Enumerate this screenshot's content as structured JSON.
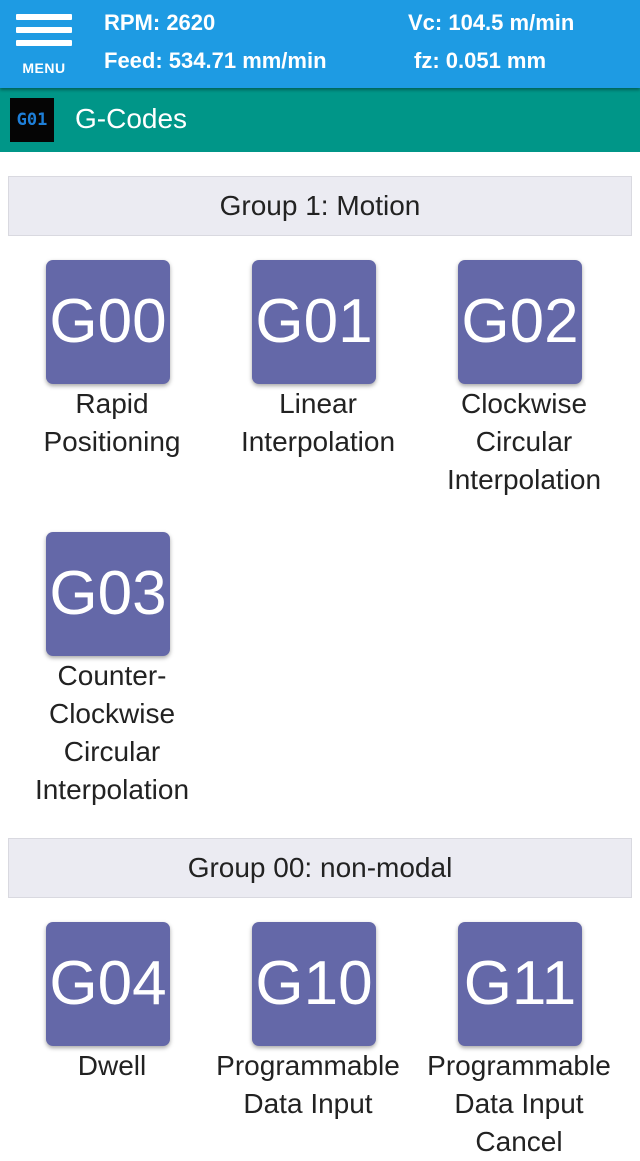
{
  "header": {
    "menu_label": "MENU",
    "rpm": "RPM: 2620",
    "vc": "Vc: 104.5 m/min",
    "feed": "Feed: 534.71 mm/min",
    "fz": "fz: 0.051 mm"
  },
  "titlebar": {
    "logo_text": "G01",
    "title": "G-Codes"
  },
  "groups": [
    {
      "title": "Group 1: Motion",
      "codes": [
        {
          "code": "G00",
          "label_lines": [
            "Rapid",
            "Positioning"
          ]
        },
        {
          "code": "G01",
          "label_lines": [
            "Linear",
            "Interpolation"
          ]
        },
        {
          "code": "G02",
          "label_lines": [
            "Clockwise",
            "Circular",
            "Interpolation"
          ]
        },
        {
          "code": "G03",
          "label_lines": [
            "Counter-",
            "Clockwise",
            "Circular",
            "Interpolation"
          ]
        }
      ]
    },
    {
      "title": "Group 00: non-modal",
      "codes": [
        {
          "code": "G04",
          "label_lines": [
            "Dwell"
          ]
        },
        {
          "code": "G10",
          "label_lines": [
            "Programmable",
            "Data Input"
          ]
        },
        {
          "code": "G11",
          "label_lines": [
            "Programmable",
            "Data Input",
            "Cancel"
          ]
        }
      ]
    }
  ],
  "colors": {
    "topbar": "#1e9be3",
    "titlebar": "#009688",
    "tile": "#6468a8",
    "group_header_bg": "#ebebf2"
  }
}
